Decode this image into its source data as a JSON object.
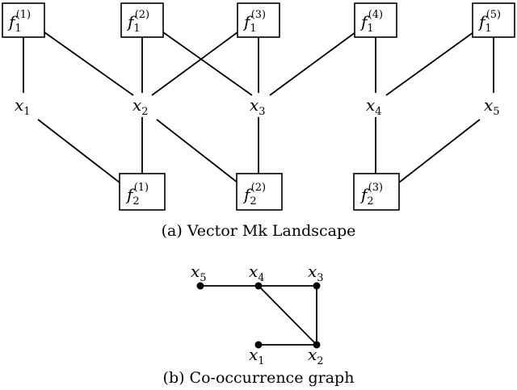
{
  "factors_top": [
    {
      "name": "f",
      "sub": "1",
      "sup": "(1)"
    },
    {
      "name": "f",
      "sub": "1",
      "sup": "(2)"
    },
    {
      "name": "f",
      "sub": "1",
      "sup": "(3)"
    },
    {
      "name": "f",
      "sub": "1",
      "sup": "(4)"
    },
    {
      "name": "f",
      "sub": "1",
      "sup": "(5)"
    }
  ],
  "variables": [
    {
      "name": "x",
      "sub": "1"
    },
    {
      "name": "x",
      "sub": "2"
    },
    {
      "name": "x",
      "sub": "3"
    },
    {
      "name": "x",
      "sub": "4"
    },
    {
      "name": "x",
      "sub": "5"
    }
  ],
  "factors_bottom": [
    {
      "name": "f",
      "sub": "2",
      "sup": "(1)"
    },
    {
      "name": "f",
      "sub": "2",
      "sup": "(2)"
    },
    {
      "name": "f",
      "sub": "2",
      "sup": "(3)"
    }
  ],
  "caption_a": "(a) Vector Mk Landscape",
  "graph_nodes": [
    {
      "name": "x",
      "sub": "5"
    },
    {
      "name": "x",
      "sub": "4"
    },
    {
      "name": "x",
      "sub": "3"
    },
    {
      "name": "x",
      "sub": "1"
    },
    {
      "name": "x",
      "sub": "2"
    }
  ],
  "caption_b": "(b) Co-occurrence graph"
}
